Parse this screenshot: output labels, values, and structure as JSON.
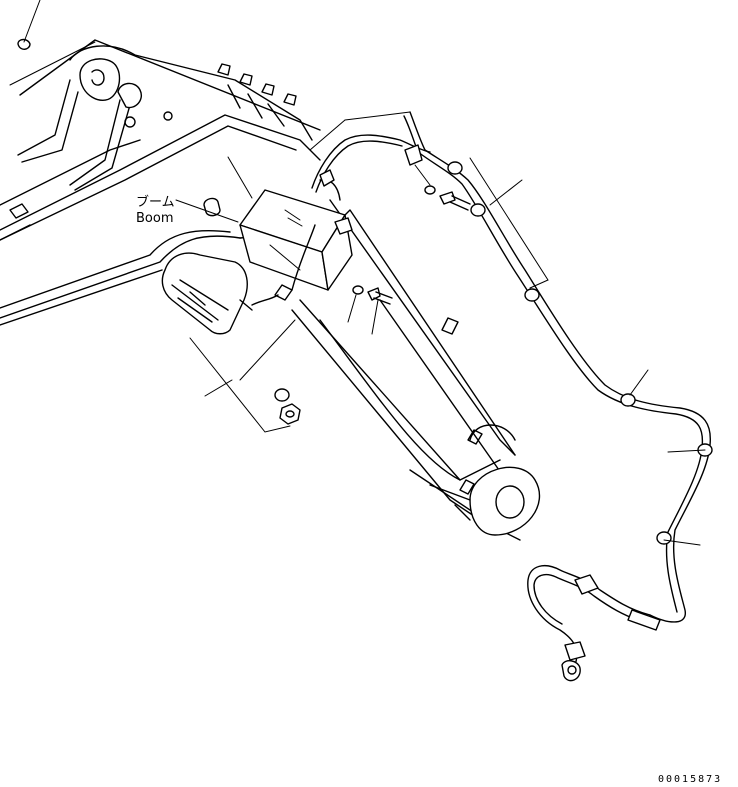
{
  "labels": {
    "boom_jp": "ブーム",
    "boom_en": "Boom"
  },
  "figure_code": "00015873"
}
